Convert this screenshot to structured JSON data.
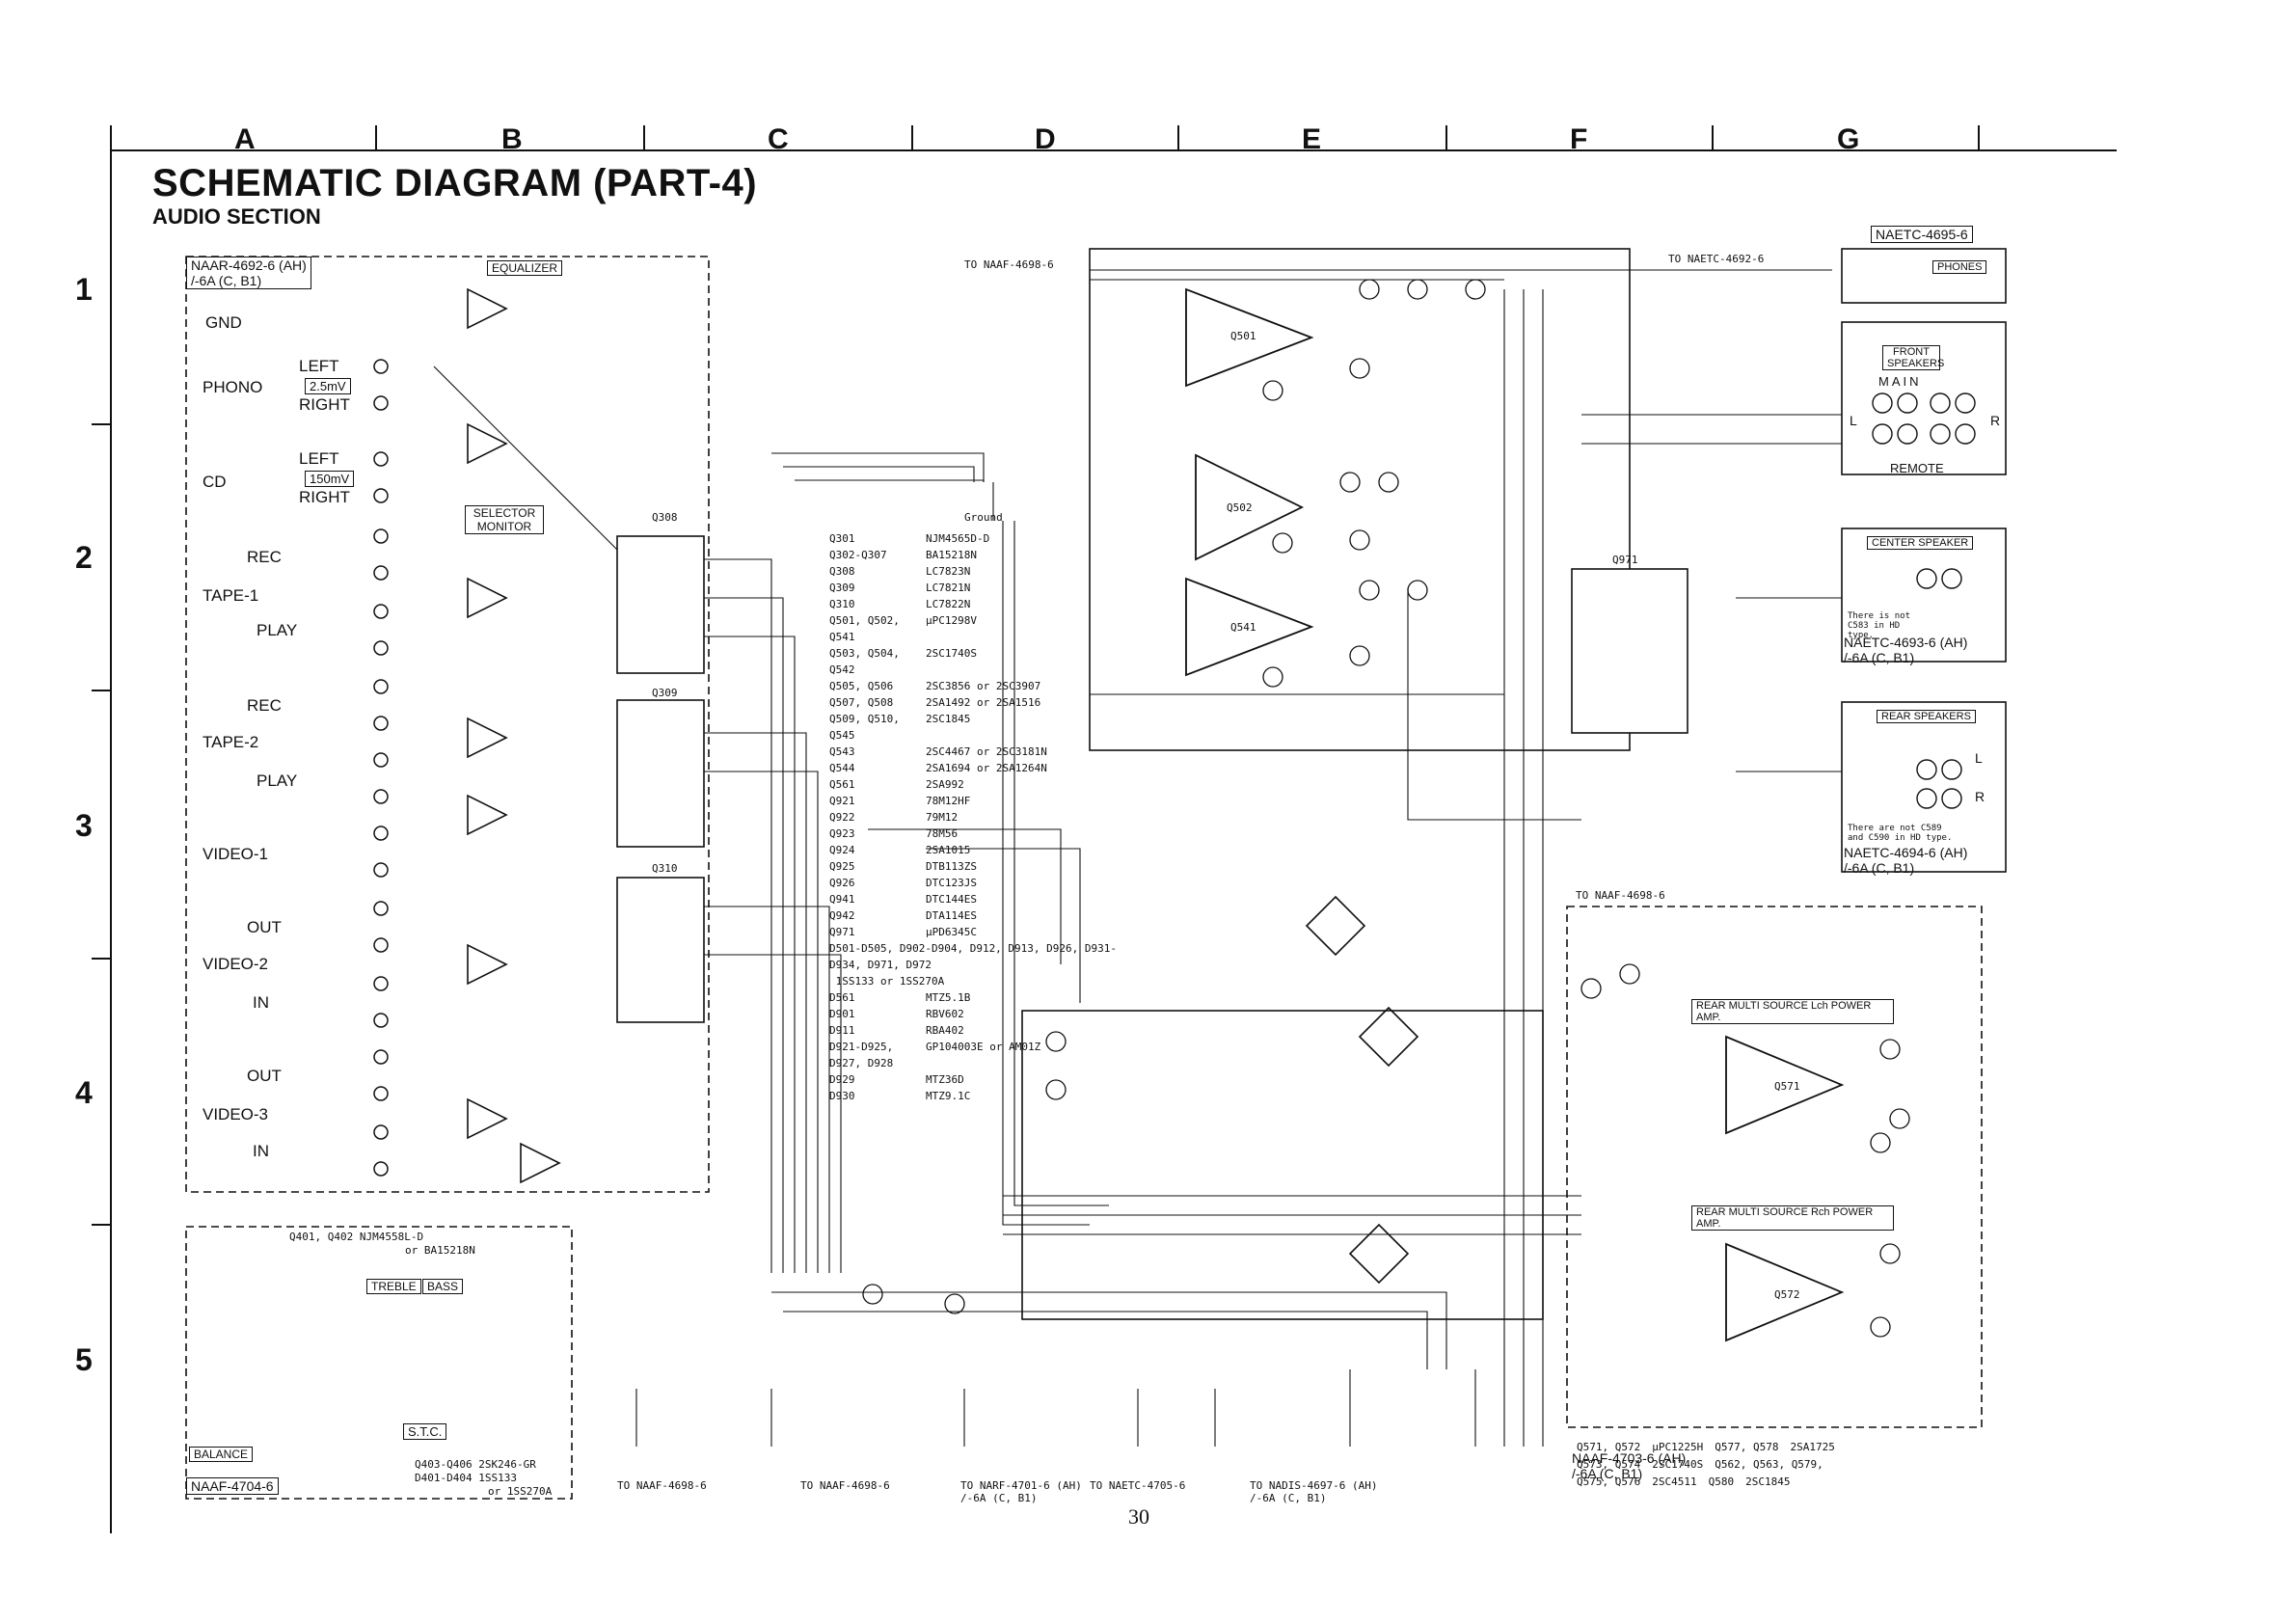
{
  "grid": {
    "columns": [
      "A",
      "B",
      "C",
      "D",
      "E",
      "F",
      "G"
    ],
    "rows": [
      "1",
      "2",
      "3",
      "4",
      "5"
    ]
  },
  "header": {
    "title": "SCHEMATIC DIAGRAM (PART-4)",
    "subtitle": "AUDIO SECTION"
  },
  "inputs": {
    "board": "NAAR-4692-6 (AH)",
    "board_variant": "/-6A (C, B1)",
    "gnd": "GND",
    "phono": "PHONO",
    "cd": "CD",
    "tape1": "TAPE-1",
    "tape2": "TAPE-2",
    "video1": "VIDEO-1",
    "video2": "VIDEO-2",
    "video3": "VIDEO-3",
    "rec": "REC",
    "play": "PLAY",
    "out": "OUT",
    "in": "IN",
    "left": "LEFT",
    "right": "RIGHT",
    "level_phono": "2.5mV",
    "level_line": "150mV"
  },
  "blocks": {
    "equalizer": "EQUALIZER",
    "selector_monitor": "SELECTOR MONITOR",
    "treble": "TREBLE",
    "bass": "BASS",
    "stc": "S.T.C.",
    "balance": "BALANCE",
    "tone_board": "NAAF-4704-6",
    "tone_ics": "Q401, Q402  NJM4558L-D",
    "tone_ics_alt": "or BA15218N",
    "tone_fets": "Q403-Q406  2SK246-GR",
    "tone_diodes": "D401-D404  1SS133",
    "tone_diodes_alt": "or 1SS270A",
    "ground": "Ground"
  },
  "ic_labels": {
    "q308": "Q308",
    "q309": "Q309",
    "q310": "Q310",
    "q501": "Q501",
    "q502": "Q502",
    "q541": "Q541",
    "q971": "Q971",
    "q571": "Q571",
    "q572": "Q572"
  },
  "parts_list": [
    [
      "Q301",
      "NJM4565D-D"
    ],
    [
      "Q302-Q307",
      "BA15218N"
    ],
    [
      "Q308",
      "LC7823N"
    ],
    [
      "Q309",
      "LC7821N"
    ],
    [
      "Q310",
      "LC7822N"
    ],
    [
      "Q501, Q502, Q541",
      "μPC1298V"
    ],
    [
      "Q503, Q504, Q542",
      "2SC1740S"
    ],
    [
      "Q505, Q506",
      "2SC3856 or 2SC3907"
    ],
    [
      "Q507, Q508",
      "2SA1492 or 2SA1516"
    ],
    [
      "Q509, Q510, Q545",
      "2SC1845"
    ],
    [
      "Q543",
      "2SC4467 or 2SC3181N"
    ],
    [
      "Q544",
      "2SA1694 or 2SA1264N"
    ],
    [
      "Q561",
      "2SA992"
    ],
    [
      "Q921",
      "78M12HF"
    ],
    [
      "Q922",
      "79M12"
    ],
    [
      "Q923",
      "78M56"
    ],
    [
      "Q924",
      "2SA1015"
    ],
    [
      "Q925",
      "DTB113ZS"
    ],
    [
      "Q926",
      "DTC123JS"
    ],
    [
      "Q941",
      "DTC144ES"
    ],
    [
      "Q942",
      "DTA114ES"
    ],
    [
      "Q971",
      "μPD6345C"
    ],
    [
      "D501-D505, D902-D904, D912, D913, D926, D931-D934, D971, D972",
      "1SS133 or 1SS270A"
    ],
    [
      "D561",
      "MTZ5.1B"
    ],
    [
      "D901",
      "RBV602"
    ],
    [
      "D911",
      "RBA402"
    ],
    [
      "D921-D925, D927, D928",
      "GP104003E or AM01Z"
    ],
    [
      "D929",
      "MTZ36D"
    ],
    [
      "D930",
      "MTZ9.1C"
    ]
  ],
  "outputs": {
    "headphone_board": "NAETC-4695-6",
    "phones": "PHONES",
    "front_speakers": "FRONT SPEAKERS",
    "main": "MAIN",
    "remote": "REMOTE",
    "l": "L",
    "r": "R",
    "center_speaker": "CENTER SPEAKER",
    "center_note": "There is not C583 in HD type.",
    "center_board": "NAETC-4693-6 (AH)",
    "center_board_variant": "/-6A (C, B1)",
    "rear_speakers": "REAR SPEAKERS",
    "rear_note": "There are not C589 and C590 in HD type.",
    "rear_board": "NAETC-4694-6 (AH)",
    "rear_board_variant": "/-6A (C, B1)",
    "rear_left_amp": "REAR MULTI SOURCE  Lch POWER AMP.",
    "rear_right_amp": "REAR MULTI SOURCE  Rch POWER AMP.",
    "rear_amp_board": "NAAF-4703-6 (AH)",
    "rear_amp_board_variant": "/-6A (C, B1)"
  },
  "connectors": {
    "top_left": "TO NAAF-4698-6",
    "top_right": "TO NAETC-4692-6",
    "bottom_1": "TO NAAF-4698-6",
    "bottom_2": "TO NAAF-4698-6",
    "bottom_3": "TO NARF-4701-6 (AH)",
    "bottom_3_variant": "/-6A (C, B1)",
    "bottom_4": "TO NAETC-4705-6",
    "bottom_5": "TO NADIS-4697-6 (AH)",
    "bottom_5_variant": "/-6A (C, B1)",
    "mid_right": "TO NAAF-4698-6"
  },
  "rear_parts": [
    [
      "Q571, Q572",
      "μPC1225H",
      "Q577, Q578",
      "2SA1725"
    ],
    [
      "Q573, Q574",
      "2SC1740S",
      "Q562, Q563, Q579,",
      ""
    ],
    [
      "Q575, Q576",
      "2SC4511",
      "Q580",
      "2SC1845"
    ]
  ],
  "page_number": "30"
}
